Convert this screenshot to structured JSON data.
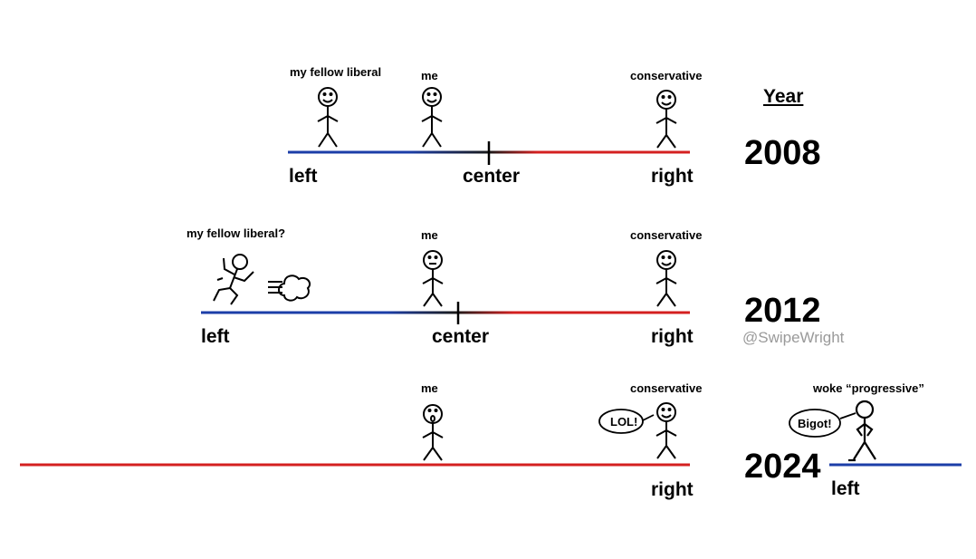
{
  "header": {
    "year_heading": "Year"
  },
  "watermark": "@SwipeWright",
  "colors": {
    "left": "#1c3ea8",
    "center": "#1a1a1a",
    "right": "#d42020"
  },
  "panels": [
    {
      "year": "2008",
      "axis": {
        "left": "left",
        "center": "center",
        "right": "right"
      },
      "figures": {
        "fellow_liberal": "my fellow liberal",
        "me": "me",
        "conservative": "conservative"
      }
    },
    {
      "year": "2012",
      "axis": {
        "left": "left",
        "center": "center",
        "right": "right"
      },
      "figures": {
        "fellow_liberal": "my fellow liberal?",
        "me": "me",
        "conservative": "conservative"
      }
    },
    {
      "year": "2024",
      "axis": {
        "right": "right",
        "left": "left"
      },
      "figures": {
        "me": "me",
        "conservative": "conservative",
        "progressive": "woke “progressive”"
      },
      "bubbles": {
        "conservative": "LOL!",
        "progressive": "Bigot!"
      }
    }
  ]
}
